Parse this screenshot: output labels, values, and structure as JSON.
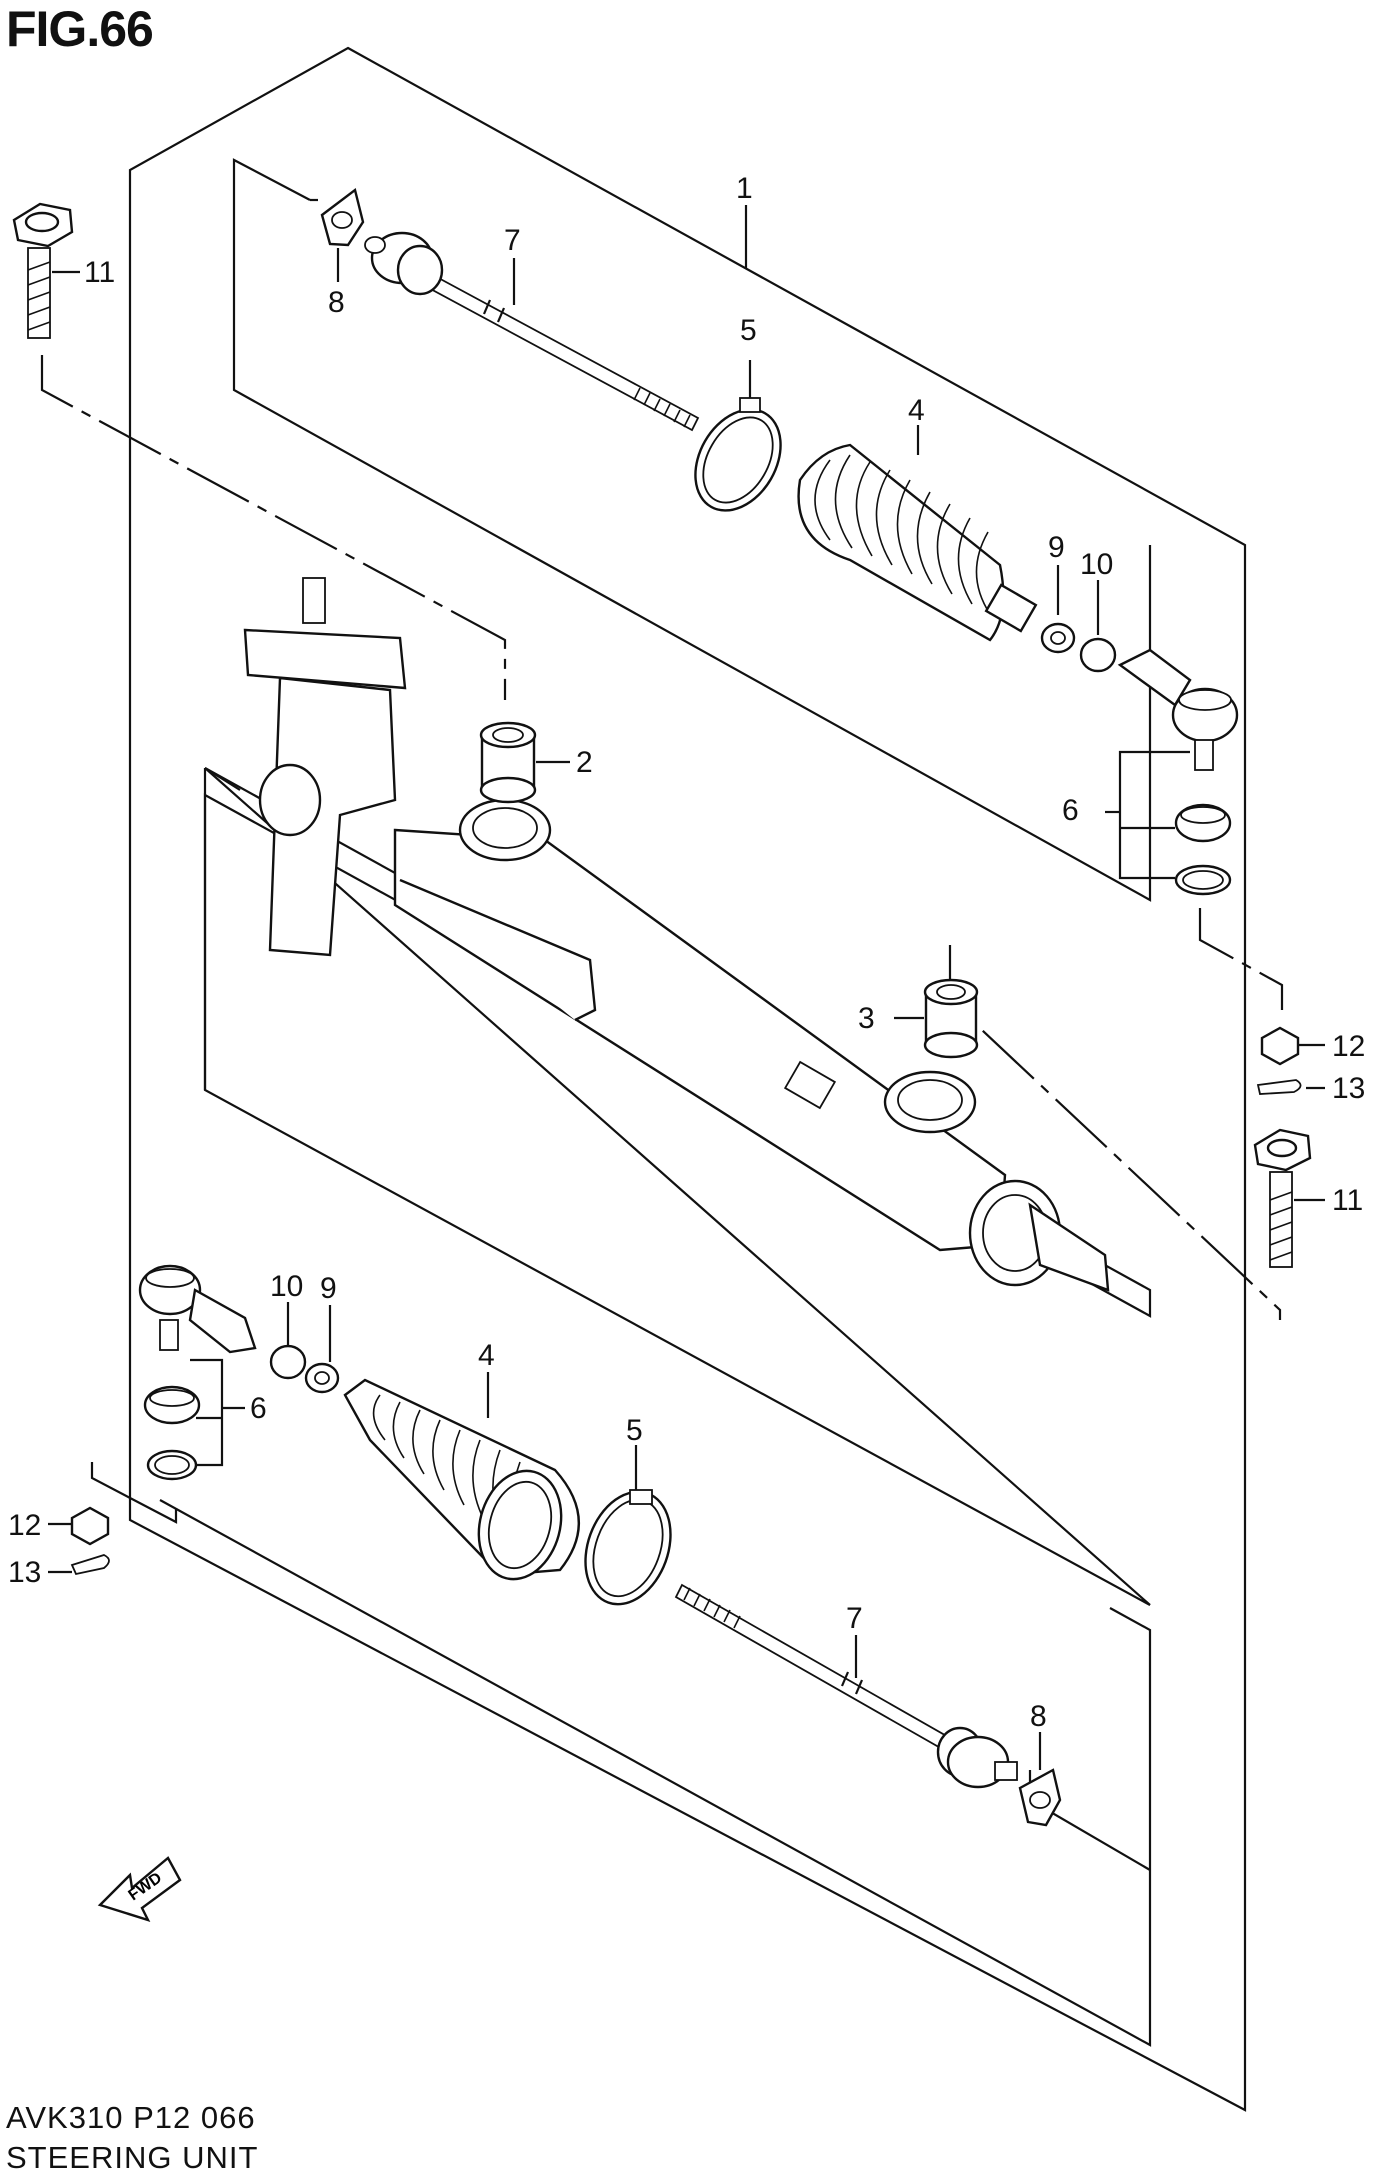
{
  "figure": {
    "title": "FIG.66",
    "code": "AVK310 P12 066",
    "name": "STEERING UNIT",
    "fwd_label": "FWD"
  },
  "callouts": [
    "1",
    "2",
    "3",
    "4",
    "5",
    "6",
    "7",
    "8",
    "9",
    "10",
    "11",
    "12",
    "13"
  ]
}
